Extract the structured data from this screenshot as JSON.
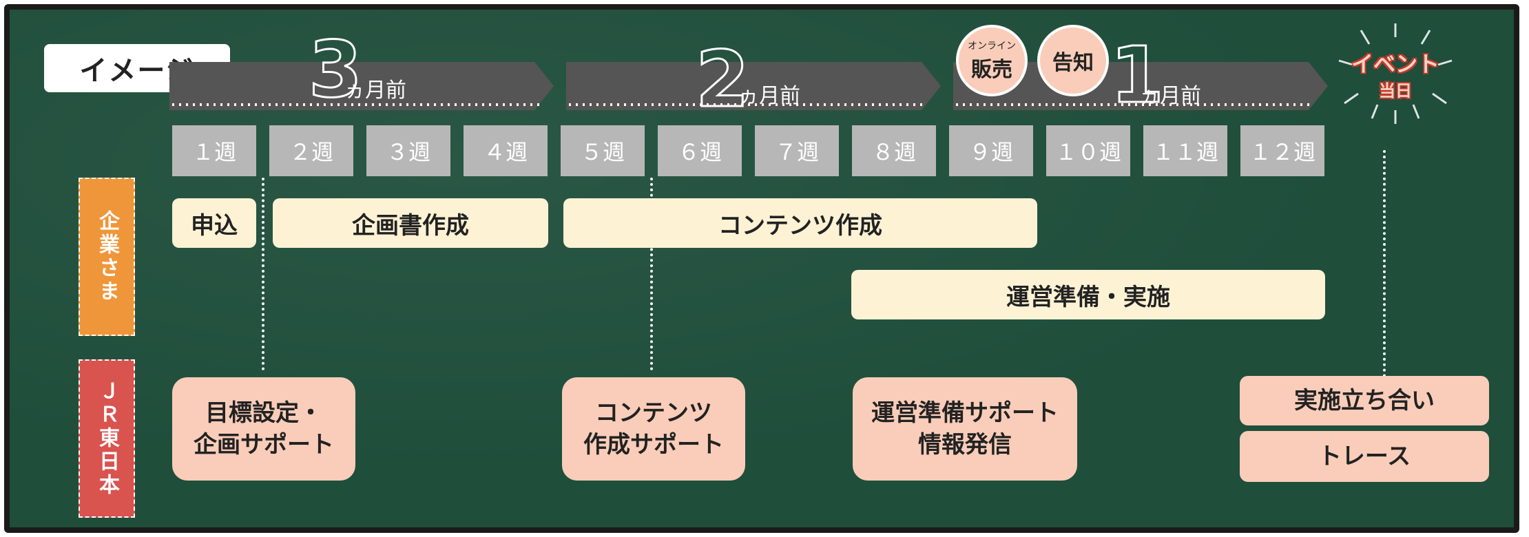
{
  "title": "イメージ",
  "months": [
    {
      "number": "3",
      "label": "ヵ月前"
    },
    {
      "number": "2",
      "label": "ヵ月前"
    },
    {
      "number": "1",
      "label": "ヵ月前"
    }
  ],
  "weeks": [
    "１週",
    "２週",
    "３週",
    "４週",
    "５週",
    "６週",
    "７週",
    "８週",
    "９週",
    "１０週",
    "１１週",
    "１２週"
  ],
  "milestones": {
    "online_sale_small": "オンライン",
    "online_sale_main": "販売",
    "announcement": "告知",
    "event_day_main": "イベント",
    "event_day_sub": "当日"
  },
  "roles": {
    "client": "企業さま",
    "jr": "ＪＲ東日本"
  },
  "client_tasks": [
    "申込",
    "企画書作成",
    "コンテンツ作成",
    "運営準備・実施"
  ],
  "jr_tasks": [
    {
      "line1": "目標設定・",
      "line2": "企画サポート"
    },
    {
      "line1": "コンテンツ",
      "line2": "作成サポート"
    },
    {
      "line1": "運営準備サポート",
      "line2": "情報発信"
    },
    {
      "line1": "実施立ち合い"
    },
    {
      "line1": "トレース"
    }
  ],
  "colors": {
    "board": "#1f4e3b",
    "week_box": "#b7b7b7",
    "client_bar": "#fdf2d4",
    "jr_box": "#f9cdb9",
    "client_sidebar": "#f0963a",
    "jr_sidebar": "#d9534f",
    "month_arrow": "#555555"
  }
}
